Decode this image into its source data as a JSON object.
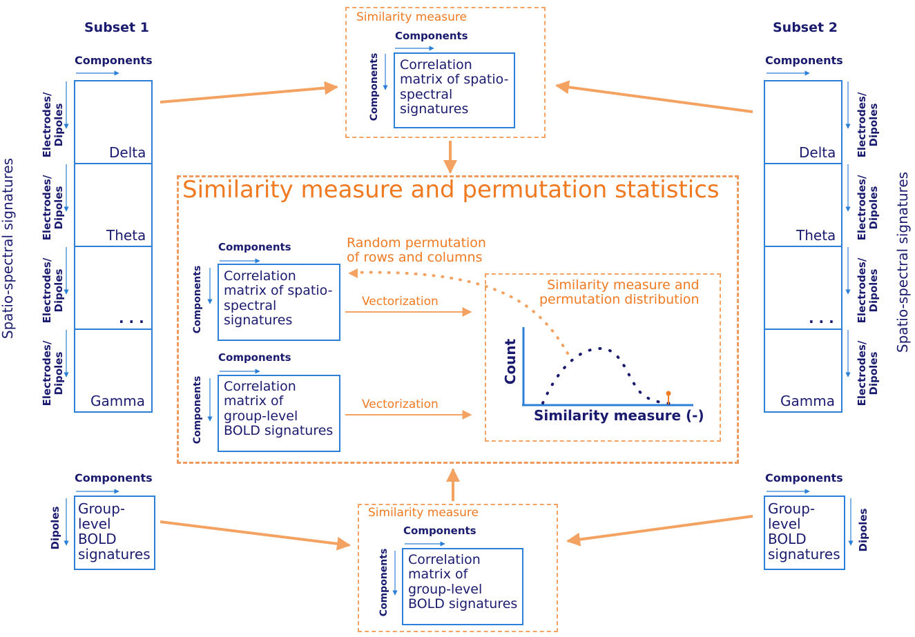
{
  "subset1": "Subset 1",
  "subset2": "Subset 2",
  "side_label": "Spatio-spectral signatures",
  "components": "Components",
  "electrodes_dipoles": "Electrodes/\nDipoles",
  "dipoles": "Dipoles",
  "bands": [
    "Delta",
    "Theta",
    ". . .",
    "Gamma"
  ],
  "similarity_measure": "Similarity measure",
  "corr_spatio": "Correlation\nmatrix of spatio-\nspectral\nsignatures",
  "corr_bold": "Correlation\nmatrix of\ngroup-level\nBOLD signatures",
  "group_bold": "Group-\nlevel\nBOLD\nsignatures",
  "main_title": "Similarity measure and permutation statistics",
  "random_perm": "Random permutation\nof rows and columns",
  "vectorization": "Vectorization",
  "sim_perm_dist": "Similarity measure and\npermutation distribution",
  "count_label": "Count",
  "sim_axis_label": "Similarity measure (-)",
  "colors": {
    "navy": "#1a1a6e",
    "blue": "#2b7fd6",
    "orange": "#ef7a22",
    "light_orange": "#f4a261"
  }
}
